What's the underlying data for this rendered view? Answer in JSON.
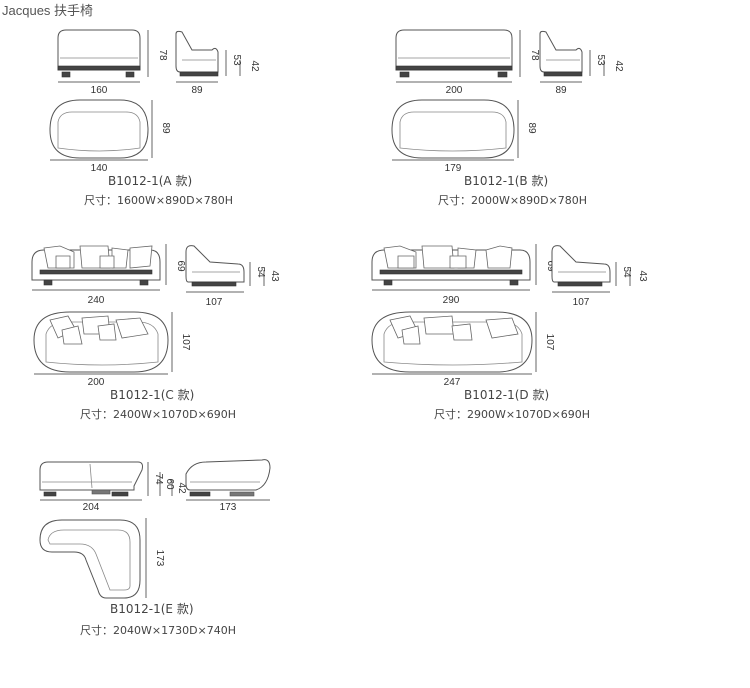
{
  "page": {
    "title": "Jacques 扶手椅"
  },
  "variants": [
    {
      "id": "A",
      "model_label": "B1012-1(A 款)",
      "size_label": "尺寸：1600W×890D×780H",
      "dims": {
        "front_width": "160",
        "front_height": "78",
        "side_depth": "89",
        "side_arm": "53",
        "side_seat": "42",
        "plan_width": "140",
        "plan_depth": "89"
      }
    },
    {
      "id": "B",
      "model_label": "B1012-1(B 款)",
      "size_label": "尺寸：2000W×890D×780H",
      "dims": {
        "front_width": "200",
        "front_height": "78",
        "side_depth": "89",
        "side_arm": "53",
        "side_seat": "42",
        "plan_width": "179",
        "plan_depth": "89"
      }
    },
    {
      "id": "C",
      "model_label": "B1012-1(C 款)",
      "size_label": "尺寸：2400W×1070D×690H",
      "dims": {
        "front_width": "240",
        "front_height": "69",
        "side_depth": "107",
        "side_arm": "54",
        "side_seat": "43",
        "plan_width": "200",
        "plan_depth": "107"
      }
    },
    {
      "id": "D",
      "model_label": "B1012-1(D 款)",
      "size_label": "尺寸：2900W×1070D×690H",
      "dims": {
        "front_width": "290",
        "front_height": "69",
        "side_depth": "107",
        "side_arm": "54",
        "side_seat": "43",
        "plan_width": "247",
        "plan_depth": "107"
      }
    },
    {
      "id": "E",
      "model_label": "B1012-1(E 款)",
      "size_label": "尺寸：2040W×1730D×740H",
      "dims": {
        "front_width": "204",
        "front_height": "74",
        "front_arm": "60",
        "front_seat": "42",
        "side_width": "173",
        "plan_depth": "173"
      }
    }
  ],
  "colors": {
    "line": "#555555",
    "base": "#444444",
    "text": "#444444"
  }
}
